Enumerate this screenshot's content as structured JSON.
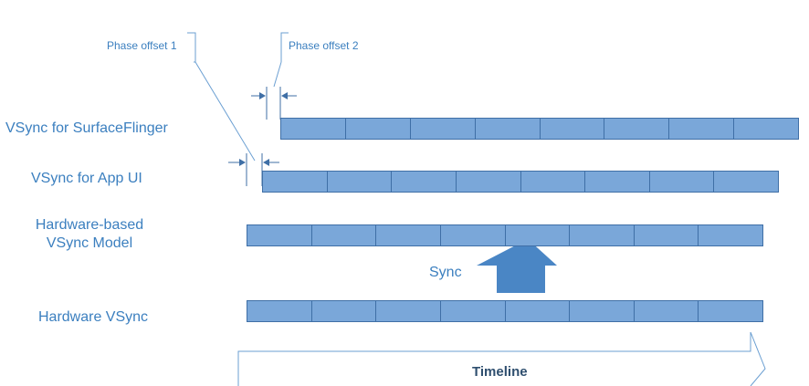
{
  "annotations": {
    "phase_offset_1": "Phase offset 1",
    "phase_offset_2": "Phase offset 2"
  },
  "rows": [
    {
      "id": "sf",
      "label": "VSync for SurfaceFlinger",
      "segments": 8
    },
    {
      "id": "app",
      "label": "VSync for App UI",
      "segments": 8
    },
    {
      "id": "model",
      "label": "Hardware-based\nVSync Model",
      "segments": 8
    },
    {
      "id": "hw",
      "label": "Hardware VSync",
      "segments": 8
    }
  ],
  "sync_label": "Sync",
  "timeline_label": "Timeline",
  "colors": {
    "bar_fill": "#7aa7d9",
    "bar_stroke": "#3f6fa6",
    "label": "#3b7fbf",
    "arrow": "#4a86c5"
  }
}
